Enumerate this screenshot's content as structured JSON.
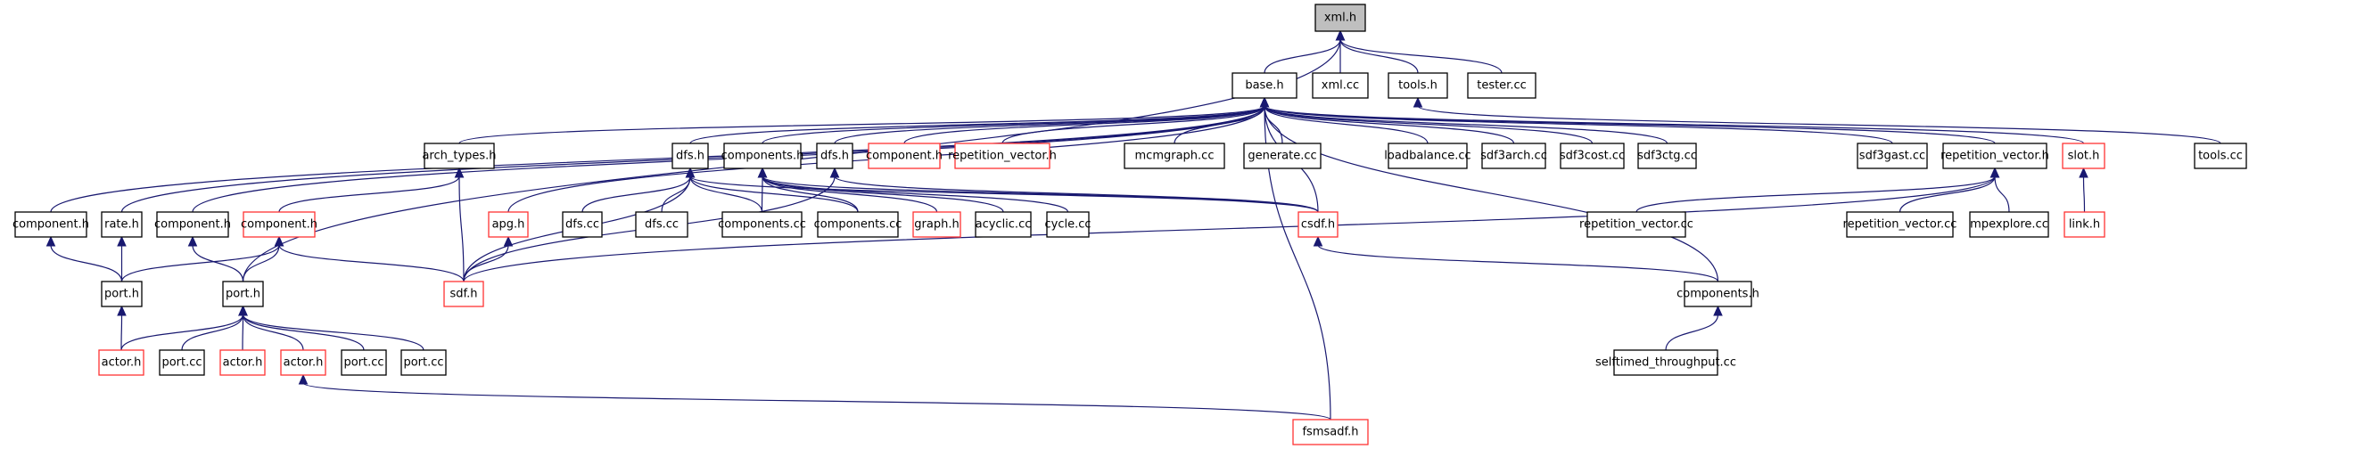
{
  "graph": {
    "title": "xml.h include dependency graph",
    "edge_color": "#191970",
    "node_border_default": "#000000",
    "node_border_undocumented": "#ff3333",
    "root_fill": "#bfbfbf",
    "nodes": [
      {
        "id": "xml_h",
        "label": "xml.h",
        "root": true,
        "red": false
      },
      {
        "id": "base_h",
        "label": "base.h",
        "red": false
      },
      {
        "id": "xml_cc",
        "label": "xml.cc",
        "red": false
      },
      {
        "id": "tools_h",
        "label": "tools.h",
        "red": false
      },
      {
        "id": "tester_cc",
        "label": "tester.cc",
        "red": false
      },
      {
        "id": "arch_types_h",
        "label": "arch_types.h",
        "red": false
      },
      {
        "id": "dfs_h_1",
        "label": "dfs.h",
        "red": false
      },
      {
        "id": "components_h_1",
        "label": "components.h",
        "red": false
      },
      {
        "id": "dfs_h_2",
        "label": "dfs.h",
        "red": false
      },
      {
        "id": "component_h_r1",
        "label": "component.h",
        "red": true
      },
      {
        "id": "repetition_vector_h_r",
        "label": "repetition_vector.h",
        "red": true
      },
      {
        "id": "mcmgraph_cc",
        "label": "mcmgraph.cc",
        "red": false
      },
      {
        "id": "generate_cc",
        "label": "generate.cc",
        "red": false
      },
      {
        "id": "loadbalance_cc",
        "label": "loadbalance.cc",
        "red": false
      },
      {
        "id": "sdf3arch_cc",
        "label": "sdf3arch.cc",
        "red": false
      },
      {
        "id": "sdf3cost_cc",
        "label": "sdf3cost.cc",
        "red": false
      },
      {
        "id": "sdf3ctg_cc",
        "label": "sdf3ctg.cc",
        "red": false
      },
      {
        "id": "sdf3gast_cc",
        "label": "sdf3gast.cc",
        "red": false
      },
      {
        "id": "repetition_vector_h",
        "label": "repetition_vector.h",
        "red": false
      },
      {
        "id": "slot_h",
        "label": "slot.h",
        "red": true
      },
      {
        "id": "tools_cc",
        "label": "tools.cc",
        "red": false
      },
      {
        "id": "component_h_a",
        "label": "component.h",
        "red": false
      },
      {
        "id": "rate_h",
        "label": "rate.h",
        "red": false
      },
      {
        "id": "component_h_b",
        "label": "component.h",
        "red": false
      },
      {
        "id": "component_h_r2",
        "label": "component.h",
        "red": true
      },
      {
        "id": "apg_h",
        "label": "apg.h",
        "red": true
      },
      {
        "id": "dfs_cc_1",
        "label": "dfs.cc",
        "red": false
      },
      {
        "id": "dfs_cc_2",
        "label": "dfs.cc",
        "red": false
      },
      {
        "id": "components_cc_1",
        "label": "components.cc",
        "red": false
      },
      {
        "id": "components_cc_2",
        "label": "components.cc",
        "red": false
      },
      {
        "id": "graph_h",
        "label": "graph.h",
        "red": true
      },
      {
        "id": "acyclic_cc",
        "label": "acyclic.cc",
        "red": false
      },
      {
        "id": "cycle_cc",
        "label": "cycle.cc",
        "red": false
      },
      {
        "id": "csdf_h",
        "label": "csdf.h",
        "red": true
      },
      {
        "id": "repetition_vector_cc_1",
        "label": "repetition_vector.cc",
        "red": false
      },
      {
        "id": "repetition_vector_cc_2",
        "label": "repetition_vector.cc",
        "red": false
      },
      {
        "id": "mpexplore_cc",
        "label": "mpexplore.cc",
        "red": false
      },
      {
        "id": "link_h",
        "label": "link.h",
        "red": true
      },
      {
        "id": "port_h_1",
        "label": "port.h",
        "red": false
      },
      {
        "id": "port_h_2",
        "label": "port.h",
        "red": false
      },
      {
        "id": "sdf_h",
        "label": "sdf.h",
        "red": true
      },
      {
        "id": "components_h_2",
        "label": "components.h",
        "red": false
      },
      {
        "id": "actor_h_1",
        "label": "actor.h",
        "red": true
      },
      {
        "id": "port_cc_1",
        "label": "port.cc",
        "red": false
      },
      {
        "id": "actor_h_2",
        "label": "actor.h",
        "red": true
      },
      {
        "id": "actor_h_3",
        "label": "actor.h",
        "red": true
      },
      {
        "id": "port_cc_2",
        "label": "port.cc",
        "red": false
      },
      {
        "id": "port_cc_3",
        "label": "port.cc",
        "red": false
      },
      {
        "id": "selftimed_throughput_cc",
        "label": "selftimed_throughput.cc",
        "red": false
      },
      {
        "id": "fsmsadf_h",
        "label": "fsmsadf.h",
        "red": true
      }
    ],
    "edges": [
      [
        "base_h",
        "xml_h"
      ],
      [
        "xml_cc",
        "xml_h"
      ],
      [
        "tools_h",
        "xml_h"
      ],
      [
        "tester_cc",
        "xml_h"
      ],
      [
        "port_h_2",
        "xml_h"
      ],
      [
        "arch_types_h",
        "base_h"
      ],
      [
        "dfs_h_1",
        "base_h"
      ],
      [
        "components_h_1",
        "base_h"
      ],
      [
        "dfs_h_2",
        "base_h"
      ],
      [
        "component_h_r1",
        "base_h"
      ],
      [
        "repetition_vector_h_r",
        "base_h"
      ],
      [
        "mcmgraph_cc",
        "base_h"
      ],
      [
        "generate_cc",
        "base_h"
      ],
      [
        "loadbalance_cc",
        "base_h"
      ],
      [
        "sdf3arch_cc",
        "base_h"
      ],
      [
        "sdf3cost_cc",
        "base_h"
      ],
      [
        "sdf3ctg_cc",
        "base_h"
      ],
      [
        "sdf3gast_cc",
        "base_h"
      ],
      [
        "repetition_vector_h",
        "base_h"
      ],
      [
        "slot_h",
        "base_h"
      ],
      [
        "component_h_a",
        "base_h"
      ],
      [
        "rate_h",
        "base_h"
      ],
      [
        "component_h_b",
        "base_h"
      ],
      [
        "apg_h",
        "base_h"
      ],
      [
        "csdf_h",
        "base_h"
      ],
      [
        "components_h_2",
        "base_h"
      ],
      [
        "fsmsadf_h",
        "base_h"
      ],
      [
        "tools_cc",
        "tools_h"
      ],
      [
        "component_h_r2",
        "arch_types_h"
      ],
      [
        "sdf_h",
        "arch_types_h"
      ],
      [
        "dfs_cc_1",
        "dfs_h_1"
      ],
      [
        "dfs_cc_2",
        "dfs_h_1"
      ],
      [
        "components_cc_1",
        "dfs_h_1"
      ],
      [
        "components_cc_2",
        "dfs_h_1"
      ],
      [
        "sdf_h",
        "dfs_h_1"
      ],
      [
        "csdf_h",
        "dfs_h_1"
      ],
      [
        "components_cc_1",
        "components_h_1"
      ],
      [
        "components_cc_2",
        "components_h_1"
      ],
      [
        "graph_h",
        "components_h_1"
      ],
      [
        "acyclic_cc",
        "components_h_1"
      ],
      [
        "cycle_cc",
        "components_h_1"
      ],
      [
        "csdf_h",
        "components_h_1"
      ],
      [
        "sdf_h",
        "dfs_h_2"
      ],
      [
        "csdf_h",
        "dfs_h_2"
      ],
      [
        "repetition_vector_cc_1",
        "repetition_vector_h"
      ],
      [
        "repetition_vector_cc_2",
        "repetition_vector_h"
      ],
      [
        "mpexplore_cc",
        "repetition_vector_h"
      ],
      [
        "sdf_h",
        "repetition_vector_h"
      ],
      [
        "link_h",
        "slot_h"
      ],
      [
        "port_h_1",
        "component_h_a"
      ],
      [
        "port_h_1",
        "rate_h"
      ],
      [
        "port_h_2",
        "component_h_b"
      ],
      [
        "port_h_1",
        "component_h_r2"
      ],
      [
        "port_h_2",
        "component_h_r2"
      ],
      [
        "sdf_h",
        "component_h_r2"
      ],
      [
        "sdf_h",
        "apg_h"
      ],
      [
        "components_h_2",
        "csdf_h"
      ],
      [
        "actor_h_1",
        "port_h_1"
      ],
      [
        "actor_h_1",
        "port_h_2"
      ],
      [
        "port_cc_1",
        "port_h_2"
      ],
      [
        "actor_h_2",
        "port_h_2"
      ],
      [
        "actor_h_3",
        "port_h_2"
      ],
      [
        "port_cc_2",
        "port_h_2"
      ],
      [
        "port_cc_3",
        "port_h_2"
      ],
      [
        "selftimed_throughput_cc",
        "components_h_2"
      ],
      [
        "fsmsadf_h",
        "actor_h_3"
      ]
    ]
  }
}
